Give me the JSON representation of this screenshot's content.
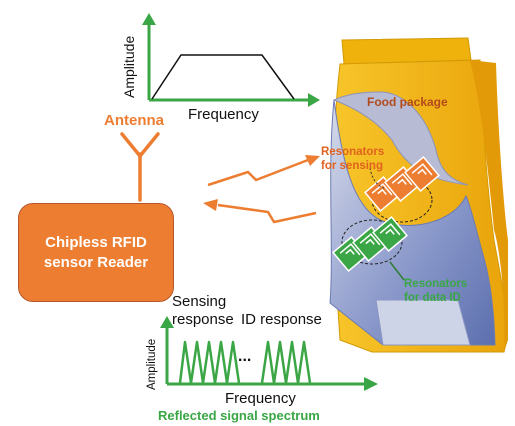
{
  "top_chart": {
    "ylabel": "Amplitude",
    "xlabel": "Frequency"
  },
  "antenna": {
    "label": "Antenna"
  },
  "reader": {
    "label": "Chipless RFID\nsensor Reader"
  },
  "package": {
    "label": "Food package",
    "resonators_sensing": "Resonators\nfor sensing",
    "resonators_id": "Resonators\nfor data ID"
  },
  "bottom_chart": {
    "sensing_label": "Sensing\nresponse",
    "id_label": "ID response",
    "ellipsis": "...",
    "ylabel": "Amplitude",
    "xlabel": "Frequency",
    "caption": "Reflected signal spectrum"
  },
  "colors": {
    "orange": "#ec7d31",
    "green": "#3aa645",
    "dark_green": "#2f7d32",
    "package_yellow": "#f5b80f",
    "package_inner": "#7d8fc7",
    "text_dark": "#111111"
  },
  "icons": [
    "antenna-icon",
    "wireless-wave-arrow-icon",
    "resonator-icon"
  ]
}
